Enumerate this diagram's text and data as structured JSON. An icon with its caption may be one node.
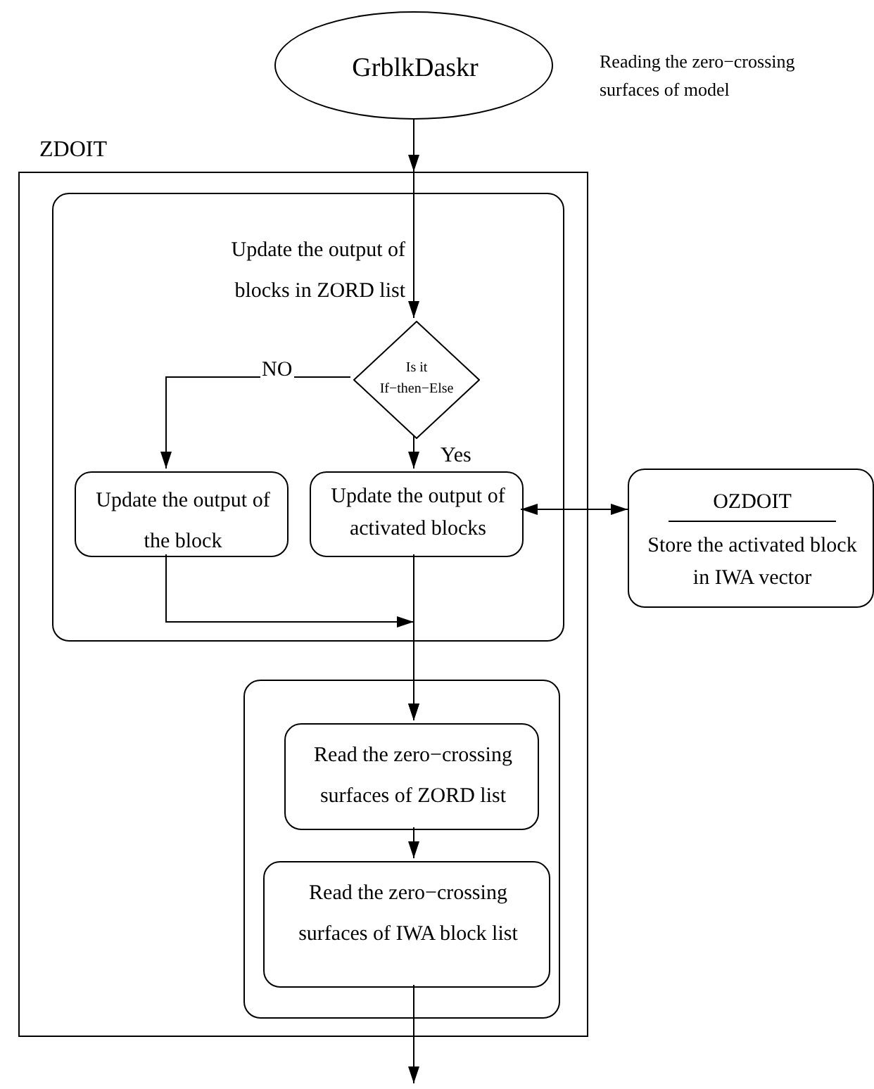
{
  "diagram": {
    "nodes": [
      {
        "text": [
          "GrblkDaskr"
        ],
        "beside": [
          "Reading the zero−crossing surfaces of model"
        ]
      },
      {
        "text": [
          "ZDOIT"
        ]
      },
      {
        "text": [
          "Update the output of blocks in ZORD list"
        ],
        "in": 1
      },
      {
        "text": [
          "Is it If−then−Else"
        ],
        "in": 2
      },
      {
        "text": [
          "Update the output of the block"
        ],
        "in": 2
      },
      {
        "text": [
          "Update the output of activated blocks"
        ],
        "in": 2
      },
      {
        "text": [
          "OZDOIT",
          "Store the activated block in IWA vector"
        ]
      },
      {
        "text": [],
        "shape": "box",
        "in": 1
      },
      {
        "text": [
          "Read the zero−crossing surfaces of ZORD list"
        ],
        "in": 7
      },
      {
        "text": [
          "Read the zero−crossing surfaces of IWA block list"
        ],
        "in": 7
      }
    ],
    "edges": [
      {
        "from": 0,
        "to": 3,
        "arrow": "to"
      },
      {
        "from": 3,
        "to": 4,
        "arrow": "to",
        "label": "NO"
      },
      {
        "from": 3,
        "to": 5,
        "arrow": "to",
        "label": "Yes"
      },
      {
        "from": 5,
        "to": 6,
        "arrow": "both"
      },
      {
        "from": 4,
        "to": 8,
        "arrow": "to"
      },
      {
        "from": 5,
        "to": 8,
        "arrow": "to"
      },
      {
        "from": 8,
        "to": 9,
        "arrow": "to"
      },
      {
        "from": 9,
        "to": null,
        "arrow": "to"
      }
    ]
  }
}
